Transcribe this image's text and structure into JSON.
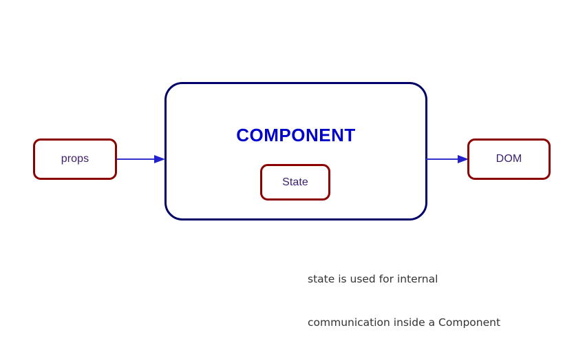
{
  "diagram": {
    "title": "React component data flow diagram",
    "background_color": "#ffffff",
    "nodes": {
      "props": {
        "label": "props",
        "border_color": "#8B0000",
        "text_color": "#3B1E6E"
      },
      "component": {
        "label": "COMPONENT",
        "border_color": "#000066",
        "text_color": "#0000CC"
      },
      "state": {
        "label": "State",
        "border_color": "#8B0000",
        "text_color": "#3B1E6E"
      },
      "dom": {
        "label": "DOM",
        "border_color": "#8B0000",
        "text_color": "#3B1E6E"
      }
    },
    "arrows": {
      "color": "#3333CC",
      "props_to_component": {
        "from": "props",
        "to": "component",
        "label": ""
      },
      "component_to_dom": {
        "from": "component",
        "to": "dom",
        "label": ""
      }
    },
    "caption": {
      "line1": "state is used for internal",
      "line2": "communication inside a Component",
      "color": "#333333"
    }
  }
}
